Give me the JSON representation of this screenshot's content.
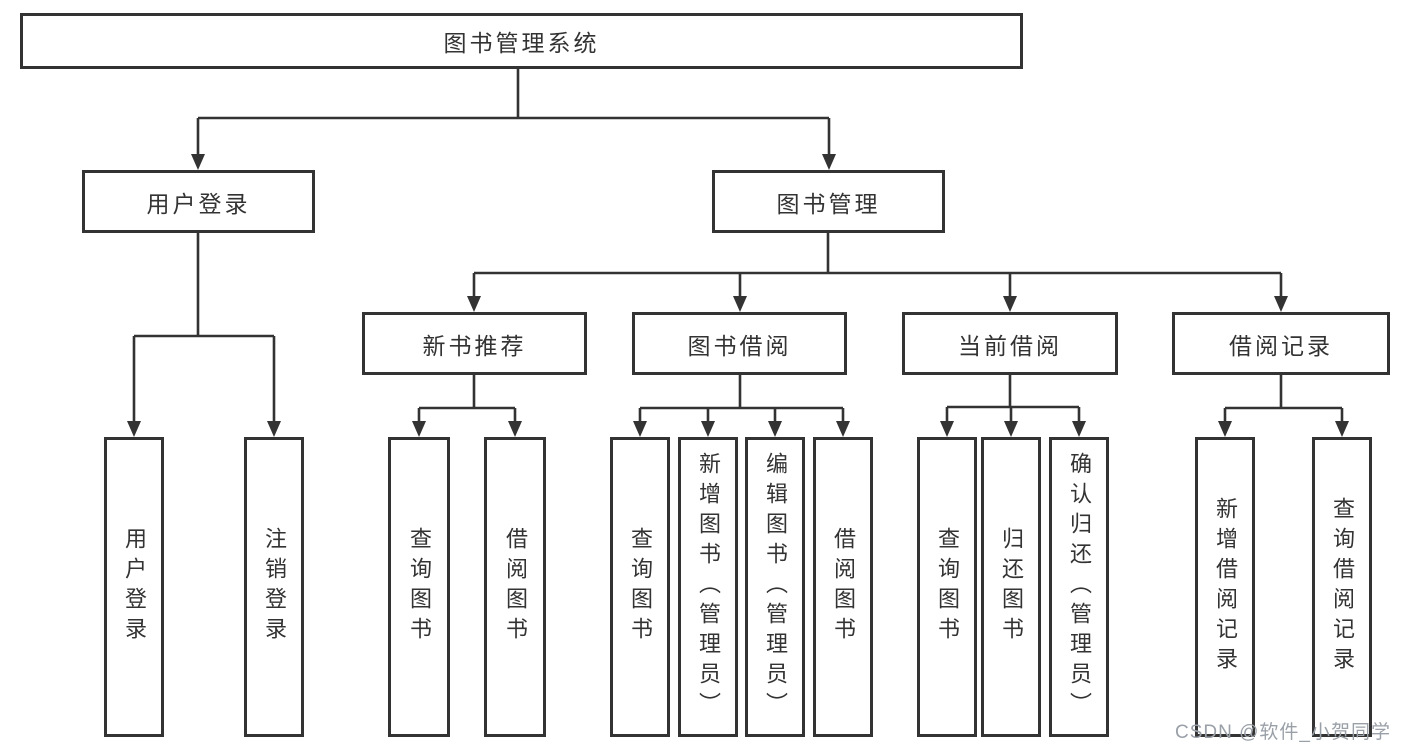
{
  "diagram": {
    "title": "图书管理系统",
    "root": {
      "label": "图书管理系统"
    },
    "branches": [
      {
        "label": "用户登录",
        "leaves": [
          "用户登录",
          "注销登录"
        ]
      },
      {
        "label": "图书管理",
        "groups": [
          {
            "label": "新书推荐",
            "leaves": [
              "查询图书",
              "借阅图书"
            ]
          },
          {
            "label": "图书借阅",
            "leaves": [
              "查询图书",
              "新增图书（管理员）",
              "编辑图书（管理员）",
              "借阅图书"
            ]
          },
          {
            "label": "当前借阅",
            "leaves": [
              "查询图书",
              "归还图书",
              "确认归还（管理员）"
            ]
          },
          {
            "label": "借阅记录",
            "leaves": [
              "新增借阅记录",
              "查询借阅记录"
            ]
          }
        ]
      }
    ]
  },
  "watermark": "CSDN @软件_小贺同学",
  "colors": {
    "line": "#333333",
    "box_border": "#333333",
    "text": "#333333",
    "background": "#ffffff",
    "watermark": "#9aa0a8"
  }
}
